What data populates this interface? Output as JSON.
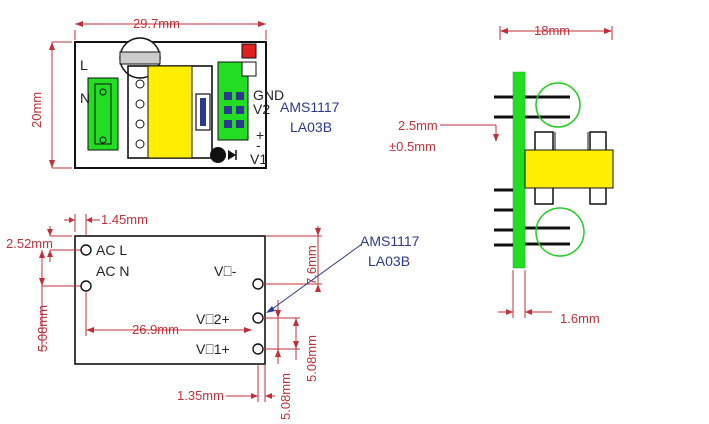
{
  "top_view": {
    "width_label": "29.7mm",
    "height_label": "20mm",
    "chip_line1": "AMS1117",
    "chip_line2": "LA03B",
    "silk_L": "L",
    "silk_N": "N",
    "silk_gnd": "GND",
    "silk_v2": "V2",
    "silk_plus": "+",
    "silk_minus": "-",
    "silk_v1": "V1"
  },
  "side_view": {
    "width_label": "18mm",
    "pin_length_label": "2.5mm",
    "tolerance_label": "±0.5mm",
    "pitch_label": "1.6mm"
  },
  "bottom_view": {
    "offset_x_label": "1.45mm",
    "offset_y_label": "2.52mm",
    "pin_spacing_label": "5.08mm",
    "span_label": "26.9mm",
    "bottom_offset_label": "1.35mm",
    "right_top_label": "7.6mm",
    "right_mid_label": "5.08mm",
    "right_bot_label": "5.08mm",
    "pin_ac_l": "AC  L",
    "pin_ac_n": "AC  N",
    "pin_vo_minus": "V⎕-",
    "pin_vo2_plus": "V⎕2+",
    "pin_vo1_plus": "V⎕1+",
    "chip_line1": "AMS1117",
    "chip_line2": "LA03B"
  },
  "colors": {
    "dimension": "#c0303a",
    "board_green": "#22dd22",
    "transformer_yellow": "#ffee00",
    "chip_text": "#2b3a8c"
  }
}
